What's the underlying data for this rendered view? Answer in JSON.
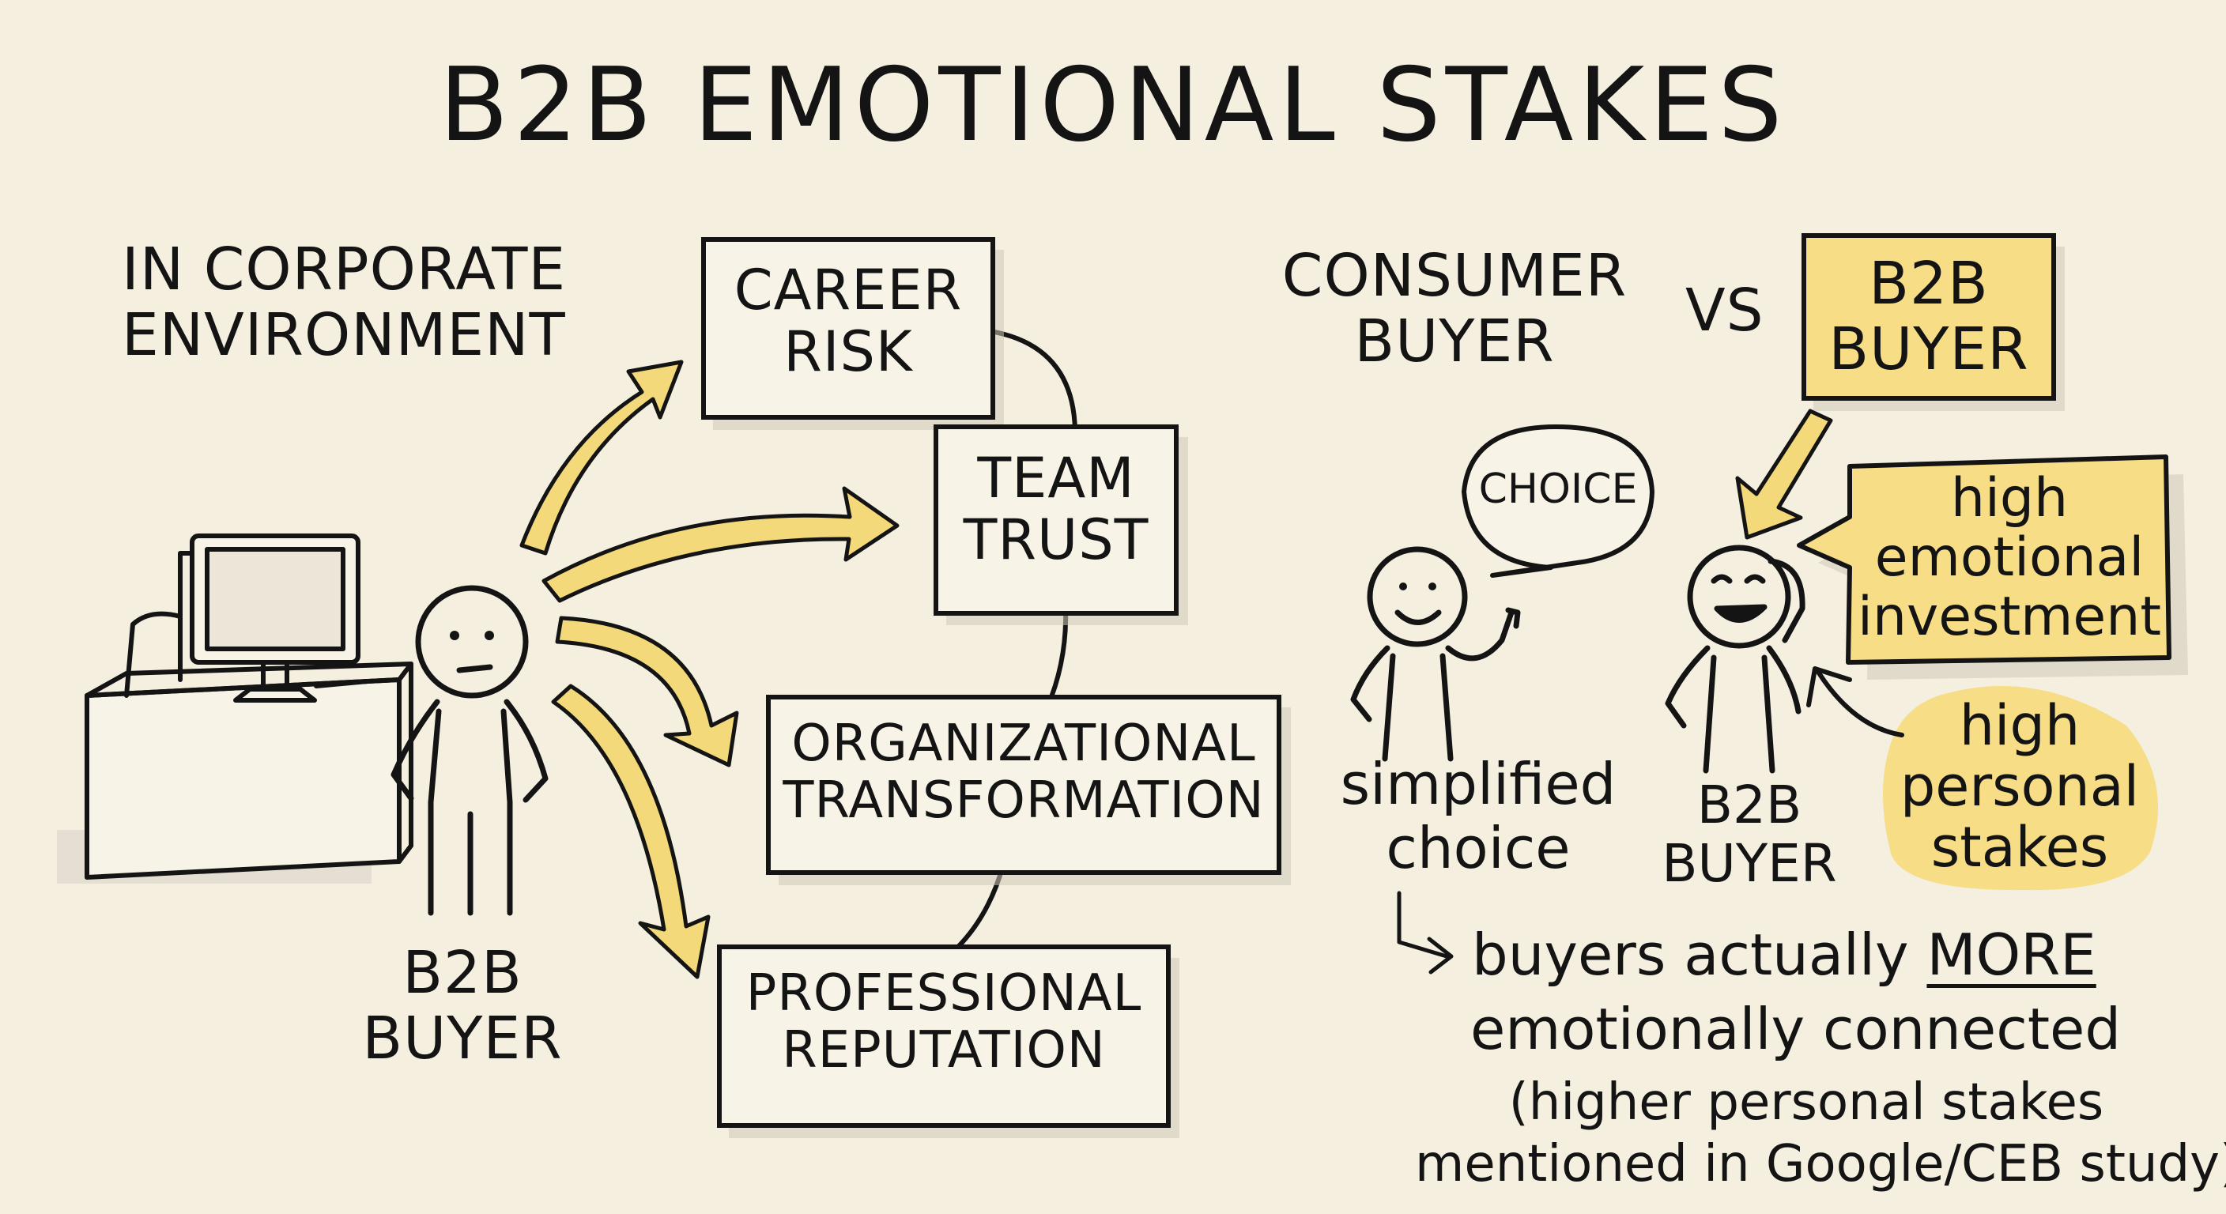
{
  "title": "B2B EMOTIONAL STAKES",
  "left_panel": {
    "context_label": [
      "IN CORPORATE",
      "ENVIRONMENT"
    ],
    "figure_label": [
      "B2B",
      "BUYER"
    ],
    "stakes": [
      {
        "lines": [
          "CAREER",
          "RISK"
        ]
      },
      {
        "lines": [
          "TEAM",
          "TRUST"
        ]
      },
      {
        "lines": [
          "ORGANIZATIONAL",
          "TRANSFORMATION"
        ]
      },
      {
        "lines": [
          "PROFESSIONAL",
          "REPUTATION"
        ]
      }
    ]
  },
  "right_panel": {
    "consumer_label": [
      "CONSUMER",
      "BUYER"
    ],
    "vs_label": "VS",
    "b2b_label": [
      "B2B",
      "BUYER"
    ],
    "speech_bubble": "CHOICE",
    "consumer_caption": [
      "simplified",
      "choice"
    ],
    "b2b_figure_label": [
      "B2B",
      "BUYER"
    ],
    "emotional_note": [
      "high",
      "emotional",
      "investment"
    ],
    "stakes_note": [
      "high",
      "personal",
      "stakes"
    ],
    "conclusion": {
      "arrow": "↳",
      "line1_prefix": "buyers actually ",
      "line1_emphasis": "MORE",
      "line2": "emotionally connected",
      "line3": "(higher personal stakes",
      "line4": "mentioned in Google/CEB study)"
    }
  },
  "colors": {
    "background": "#f4efdf",
    "ink": "#141414",
    "highlight": "#f6dd86",
    "arrow_fill": "#f3d97a"
  }
}
